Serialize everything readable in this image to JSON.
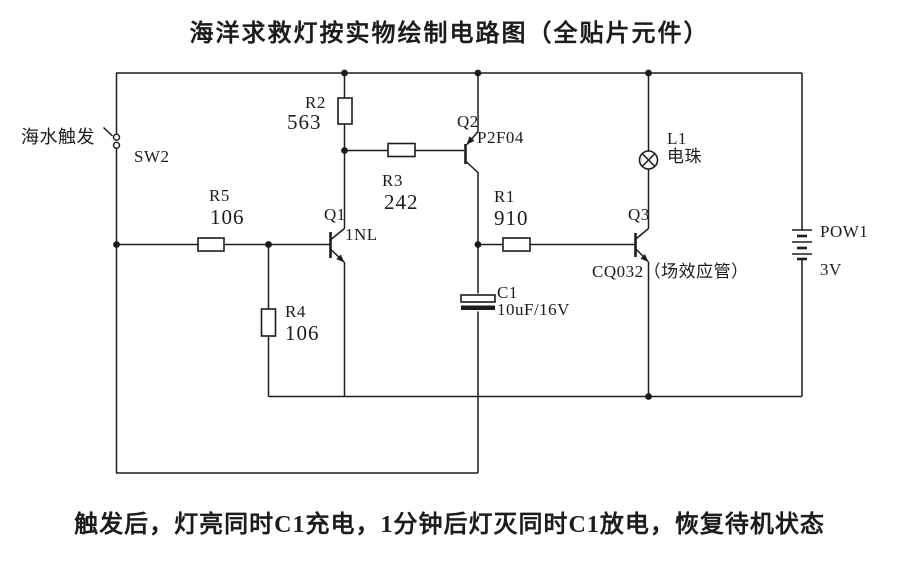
{
  "page": {
    "title": "海洋求救灯按实物绘制电路图（全贴片元件）",
    "caption": "触发后，灯亮同时C1充电，1分钟后灯灭同时C1放电，恢复待机状态"
  },
  "colors": {
    "ink": "#1c1c1c",
    "background": "#ffffff"
  },
  "components": {
    "sw2": {
      "ref": "SW2",
      "note": "海水触发"
    },
    "r1": {
      "ref": "R1",
      "value": "910"
    },
    "r2": {
      "ref": "R2",
      "value": "563"
    },
    "r3": {
      "ref": "R3",
      "value": "242"
    },
    "r4": {
      "ref": "R4",
      "value": "106"
    },
    "r5": {
      "ref": "R5",
      "value": "106"
    },
    "q1": {
      "ref": "Q1",
      "part": "1NL"
    },
    "q2": {
      "ref": "Q2",
      "part": "P2F04"
    },
    "q3": {
      "ref": "Q3",
      "part": "CQ032（场效应管）"
    },
    "c1": {
      "ref": "C1",
      "value": "10uF/16V"
    },
    "l1": {
      "ref": "L1",
      "name": "电珠"
    },
    "pow1": {
      "ref": "POW1",
      "value": "3V"
    }
  }
}
